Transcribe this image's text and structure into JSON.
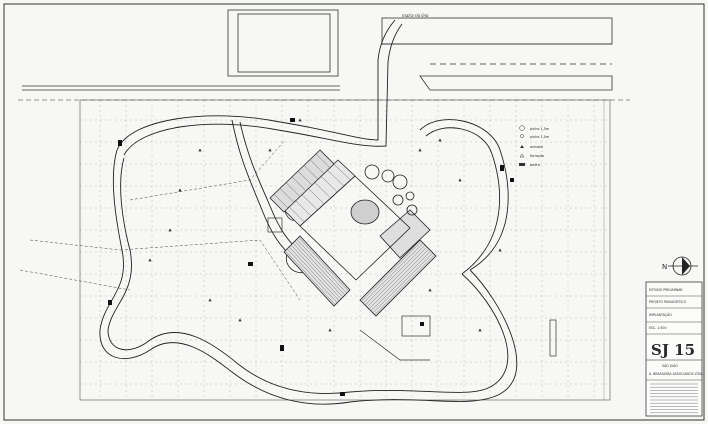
{
  "sheet": {
    "street_label": "malra rio lino",
    "legend_items": [
      {
        "symbol": "circle",
        "label": "pinho 1,5m"
      },
      {
        "symbol": "circle-small",
        "label": "pinho 1,0m"
      },
      {
        "symbol": "triangle",
        "label": "arbusto"
      },
      {
        "symbol": "triangle-open",
        "label": "forração"
      },
      {
        "symbol": "rect",
        "label": "pedra"
      }
    ],
    "title_block": {
      "drawing_number": "SJ 15",
      "line_a": "SÃO JOÃO",
      "line_b": "A. BRASILEIRA ASSOCIADOS LTDA.",
      "rows": [
        "ESTUDO PRELIMINAR",
        "PROJETO PAISAGÍSTICO",
        "IMPLANTAÇÃO",
        "ESC. 1:500"
      ]
    },
    "north_label": "N"
  },
  "colors": {
    "ink": "#2a2a2a",
    "paper": "#f7f7f5",
    "grid": "#9a9a9a"
  }
}
